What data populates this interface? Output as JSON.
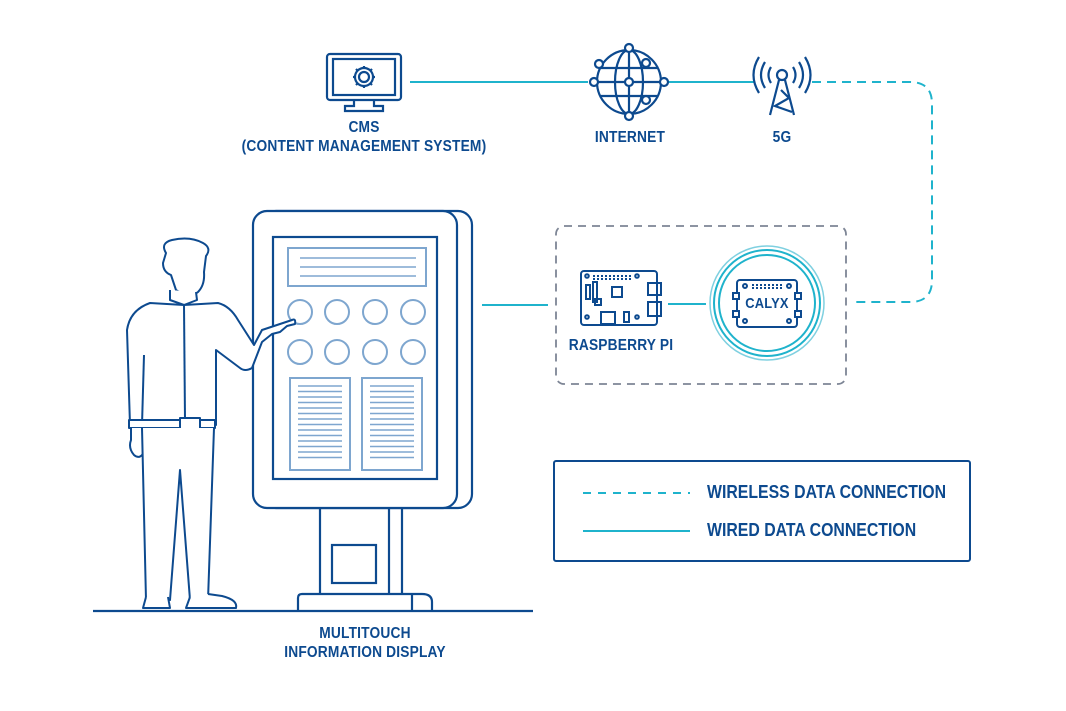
{
  "colors": {
    "primary": "#0d4a8f",
    "light": "#7ea6cf",
    "cyan": "#1fb3cc",
    "gray_dash": "#7d8595"
  },
  "nodes": {
    "cms": {
      "title": "CMS",
      "subtitle": "(CONTENT MANAGEMENT SYSTEM)",
      "icon": "monitor-gear-icon"
    },
    "internet": {
      "title": "INTERNET",
      "icon": "globe-network-icon"
    },
    "fiveg": {
      "title": "5G",
      "icon": "cell-tower-icon"
    },
    "raspberry": {
      "title": "RASPBERRY PI",
      "icon": "circuit-board-icon"
    },
    "calyx": {
      "title": "CALYX",
      "icon": "calyx-module-icon"
    },
    "display": {
      "title": "MULTITOUCH",
      "subtitle": "INFORMATION DISPLAY",
      "icon": "kiosk-display-icon"
    }
  },
  "legend": {
    "items": [
      {
        "label": "WIRELESS DATA CONNECTION",
        "style": "dashed"
      },
      {
        "label": "WIRED DATA CONNECTION",
        "style": "solid"
      }
    ]
  }
}
